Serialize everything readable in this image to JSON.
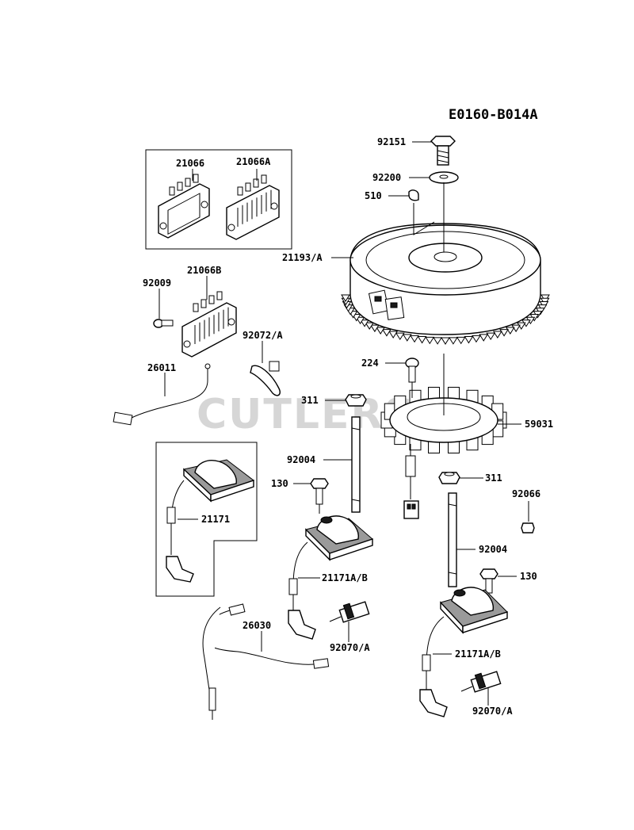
{
  "diagram": {
    "code": "E0160-B014A",
    "watermark": "CUTLERS",
    "labels": {
      "p92151": "92151",
      "p92200": "92200",
      "p510": "510",
      "p21193a": "21193/A",
      "p21066": "21066",
      "p21066a": "21066A",
      "p92009": "92009",
      "p21066b": "21066B",
      "p92072a": "92072/A",
      "p26011": "26011",
      "p224": "224",
      "p311a": "311",
      "p59031": "59031",
      "p92004a": "92004",
      "p130a": "130",
      "p21171": "21171",
      "p311b": "311",
      "p92066": "92066",
      "p92004b": "92004",
      "p130b": "130",
      "p21171ab1": "21171A/B",
      "p26030": "26030",
      "p92070a1": "92070/A",
      "p21171ab2": "21171A/B",
      "p92070a2": "92070/A"
    }
  }
}
